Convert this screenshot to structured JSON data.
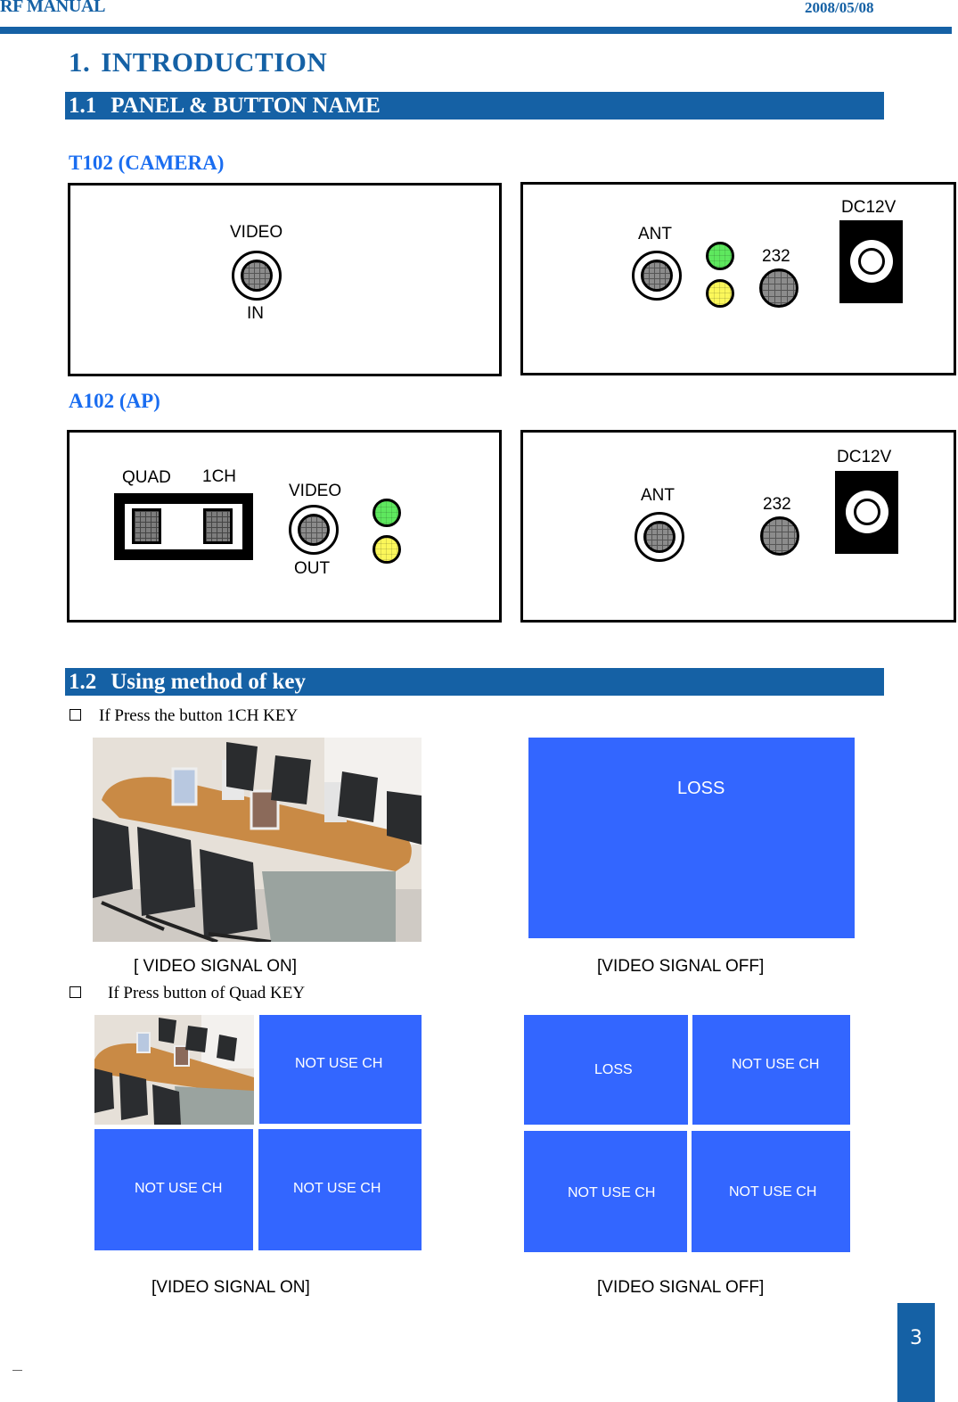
{
  "header": {
    "title": "RF MANUAL",
    "date": "2008/05/08"
  },
  "heading": {
    "number": "1.",
    "title": "INTRODUCTION"
  },
  "section_1_1": {
    "number": "1.1",
    "title": "PANEL & BUTTON NAME"
  },
  "t102": {
    "title": "T102 (CAMERA)",
    "front_panel": {
      "video_label": "VIDEO",
      "in_label": "IN"
    },
    "rear_panel": {
      "ant_label": "ANT",
      "port_232_label": "232",
      "dc_label": "DC12V",
      "led_colors": [
        "#5ee85e",
        "#fbf75a"
      ]
    }
  },
  "a102": {
    "title": "A102 (AP)",
    "front_panel": {
      "quad_label": "QUAD",
      "ch1_label": "1CH",
      "video_label": "VIDEO",
      "out_label": "OUT",
      "led_colors": [
        "#5ee85e",
        "#fbf75a"
      ]
    },
    "rear_panel": {
      "ant_label": "ANT",
      "port_232_label": "232",
      "dc_label": "DC12V"
    }
  },
  "section_1_2": {
    "number": "1.2",
    "title": "Using method of key"
  },
  "key_1ch": {
    "bullet_text": "If Press the button 1CH KEY",
    "signal_on": {
      "image": "conference-room-photo",
      "caption": "[ VIDEO SIGNAL ON]"
    },
    "signal_off": {
      "screen_text": "LOSS",
      "caption": "[VIDEO SIGNAL OFF]"
    }
  },
  "key_quad": {
    "bullet_text": "If Press button of Quad KEY",
    "signal_on": {
      "cells": [
        "conference-room-photo",
        "NOT USE CH",
        "NOT USE CH",
        "NOT USE CH"
      ],
      "caption": "[VIDEO SIGNAL ON]"
    },
    "signal_off": {
      "cells": [
        "LOSS",
        "NOT USE CH",
        "NOT USE CH",
        "NOT USE CH"
      ],
      "caption": "[VIDEO SIGNAL OFF]"
    }
  },
  "colors": {
    "brand_blue": "#1561a5",
    "model_title_blue": "#1a6df0",
    "screen_blue": "#3366ff"
  },
  "footer": {
    "page_number": "3"
  }
}
